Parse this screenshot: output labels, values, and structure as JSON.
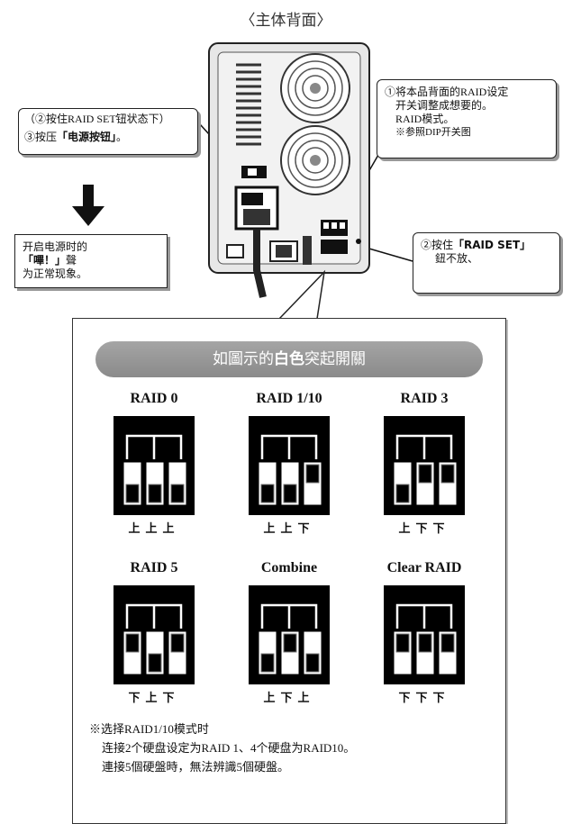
{
  "title": "〈主体背面〉",
  "callouts": {
    "left_line1": "（②按住RAID SET钮状态下）",
    "left_line2_pre": "③按压",
    "left_line2_bold": "「电源按钮」",
    "left_line2_post": "。",
    "bottom_line1": "开启电源时的",
    "bottom_line2_bold": "「嗶！」",
    "bottom_line2_post": "聲",
    "bottom_line3": "为正常现象。",
    "right1_line1": "①将本品背面的RAID设定",
    "right1_line2": "开关调整成想要的。",
    "right1_line3": "RAID模式。",
    "right1_note": "※参照DIP开关图",
    "right2_line1_pre": "②按住",
    "right2_line1_bold": "「RAID SET」",
    "right2_line2": "鈕不放、"
  },
  "banner": {
    "pre": "如圖示的",
    "white": "白色",
    "post": "突起開關"
  },
  "modes": [
    {
      "name": "RAID 0",
      "positions": [
        "上",
        "上",
        "上"
      ]
    },
    {
      "name": "RAID 1/10",
      "positions": [
        "上",
        "上",
        "下"
      ]
    },
    {
      "name": "RAID 3",
      "positions": [
        "上",
        "下",
        "下"
      ]
    },
    {
      "name": "RAID 5",
      "positions": [
        "下",
        "上",
        "下"
      ]
    },
    {
      "name": "Combine",
      "positions": [
        "上",
        "下",
        "上"
      ]
    },
    {
      "name": "Clear RAID",
      "positions": [
        "下",
        "下",
        "下"
      ]
    }
  ],
  "mode_labels": {
    "m0": "RAID 0",
    "m1": "RAID 1/10",
    "m2": "RAID 3",
    "m3": "RAID 5",
    "m4": "Combine",
    "m5": "Clear RAID",
    "p0": "上上上",
    "p1": "上上下",
    "p2": "上下下",
    "p3": "下上下",
    "p4": "上下上",
    "p5": "下下下"
  },
  "footnote": {
    "line1": "※选择RAID1/10模式时",
    "line2": "连接2个硬盘设定为RAID 1、4个硬盘为RAID10。",
    "line3": "連接5個硬盤時，無法辨識5個硬盤。"
  }
}
